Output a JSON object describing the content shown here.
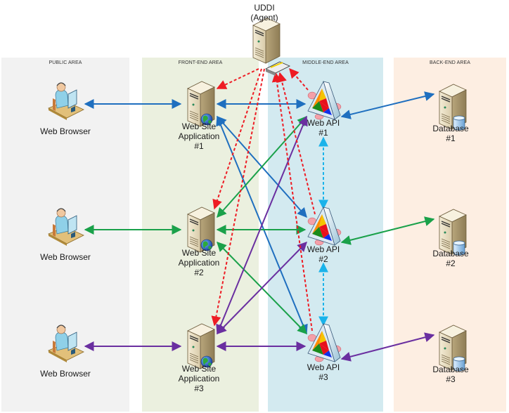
{
  "agent": {
    "line1": "UDDI",
    "line2": "(Agent)"
  },
  "lanes": [
    {
      "id": "public",
      "title": "PUBLIC AREA",
      "color": "#f2f2f2"
    },
    {
      "id": "front",
      "title": "FRONT-END AREA",
      "color": "#ebf0df"
    },
    {
      "id": "middle",
      "title": "MIDDLE-END AREA",
      "color": "#d3eaf0"
    },
    {
      "id": "back",
      "title": "BACK-END AREA",
      "color": "#fdeee2"
    }
  ],
  "browsers": [
    {
      "label": "Web Browser"
    },
    {
      "label": "Web Browser"
    },
    {
      "label": "Web Browser"
    }
  ],
  "webapps": [
    {
      "line1": "Web Site",
      "line2": "Application",
      "line3": "#1"
    },
    {
      "line1": "Web Site",
      "line2": "Application",
      "line3": "#2"
    },
    {
      "line1": "Web Site",
      "line2": "Application",
      "line3": "#3"
    }
  ],
  "apis": [
    {
      "line1": "Web API",
      "line2": "#1"
    },
    {
      "line1": "Web API",
      "line2": "#2"
    },
    {
      "line1": "Web API",
      "line2": "#3"
    }
  ],
  "databases": [
    {
      "line1": "Database",
      "line2": "#1"
    },
    {
      "line1": "Database",
      "line2": "#2"
    },
    {
      "line1": "Database",
      "line2": "#3"
    }
  ],
  "colors": {
    "tier1": "#1f6fbf",
    "tier2": "#1aa14a",
    "tier3": "#6a2fa0",
    "registry": "#ee1c24",
    "api_sync": "#1ab3ea"
  },
  "connections": [
    {
      "from": "browser-1",
      "to": "webapp-1",
      "color": "tier1",
      "style": "solid",
      "bidirectional": true
    },
    {
      "from": "browser-2",
      "to": "webapp-2",
      "color": "tier2",
      "style": "solid",
      "bidirectional": true
    },
    {
      "from": "browser-3",
      "to": "webapp-3",
      "color": "tier3",
      "style": "solid",
      "bidirectional": true
    },
    {
      "from": "webapp-1",
      "to": "api-1",
      "color": "tier1",
      "style": "solid",
      "bidirectional": true
    },
    {
      "from": "webapp-1",
      "to": "api-2",
      "color": "tier1",
      "style": "solid",
      "bidirectional": true
    },
    {
      "from": "webapp-1",
      "to": "api-3",
      "color": "tier1",
      "style": "solid",
      "bidirectional": true
    },
    {
      "from": "webapp-2",
      "to": "api-1",
      "color": "tier2",
      "style": "solid",
      "bidirectional": true
    },
    {
      "from": "webapp-2",
      "to": "api-2",
      "color": "tier2",
      "style": "solid",
      "bidirectional": true
    },
    {
      "from": "webapp-2",
      "to": "api-3",
      "color": "tier2",
      "style": "solid",
      "bidirectional": true
    },
    {
      "from": "webapp-3",
      "to": "api-1",
      "color": "tier3",
      "style": "solid",
      "bidirectional": true
    },
    {
      "from": "webapp-3",
      "to": "api-2",
      "color": "tier3",
      "style": "solid",
      "bidirectional": true
    },
    {
      "from": "webapp-3",
      "to": "api-3",
      "color": "tier3",
      "style": "solid",
      "bidirectional": true
    },
    {
      "from": "api-1",
      "to": "db-1",
      "color": "tier1",
      "style": "solid",
      "bidirectional": true
    },
    {
      "from": "api-2",
      "to": "db-2",
      "color": "tier2",
      "style": "solid",
      "bidirectional": true
    },
    {
      "from": "api-3",
      "to": "db-3",
      "color": "tier3",
      "style": "solid",
      "bidirectional": true
    },
    {
      "from": "agent",
      "to": "webapp-1",
      "color": "registry",
      "style": "dashed",
      "bidirectional": false
    },
    {
      "from": "agent",
      "to": "webapp-2",
      "color": "registry",
      "style": "dashed",
      "bidirectional": false
    },
    {
      "from": "agent",
      "to": "webapp-3",
      "color": "registry",
      "style": "dashed",
      "bidirectional": false
    },
    {
      "from": "api-1",
      "to": "agent",
      "color": "registry",
      "style": "dashed",
      "bidirectional": false
    },
    {
      "from": "api-2",
      "to": "agent",
      "color": "registry",
      "style": "dashed",
      "bidirectional": false
    },
    {
      "from": "api-3",
      "to": "agent",
      "color": "registry",
      "style": "dashed",
      "bidirectional": false
    },
    {
      "from": "api-1",
      "to": "api-2",
      "color": "api_sync",
      "style": "dashed",
      "bidirectional": true
    },
    {
      "from": "api-2",
      "to": "api-3",
      "color": "api_sync",
      "style": "dashed",
      "bidirectional": true
    }
  ]
}
